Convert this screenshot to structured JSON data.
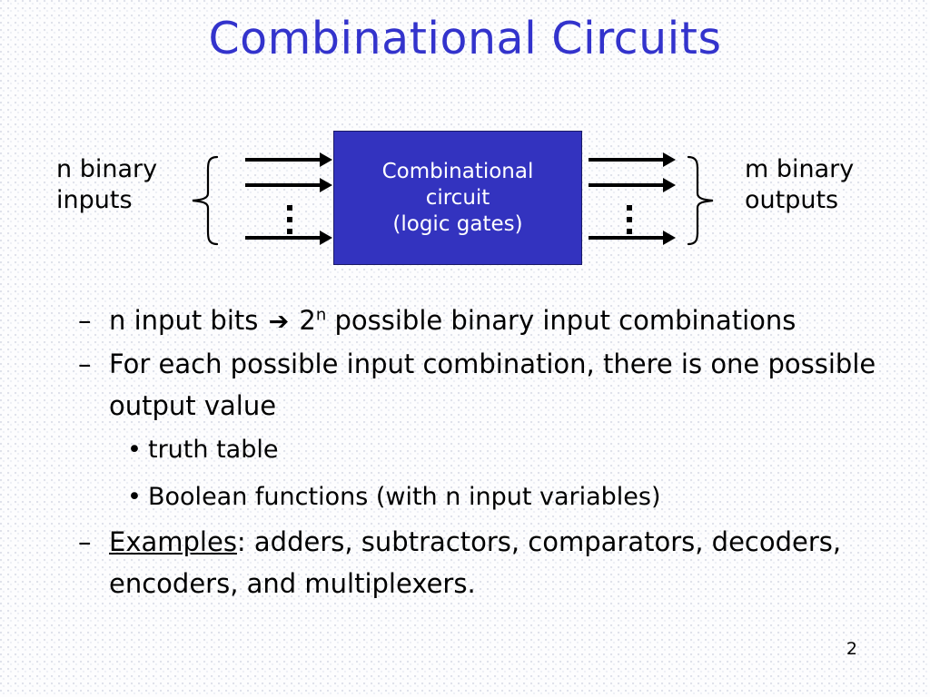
{
  "slide": {
    "title": "Combinational Circuits",
    "page_number": "2",
    "title_color": "#3333CC",
    "box_color": "#3333BF",
    "text_color": "#000000"
  },
  "diagram": {
    "input_label_line1": "n binary",
    "input_label_line2": "inputs",
    "output_label_line1": "m binary",
    "output_label_line2": "outputs",
    "box_line1": "Combinational",
    "box_line2": "circuit",
    "box_line3": "(logic gates)",
    "left_brace": "{",
    "right_brace": "}",
    "vertical_ellipsis": "⋮"
  },
  "bullets": [
    {
      "level": 1,
      "mark": "–",
      "pre": "n input bits ",
      "arrow": "➔",
      "mid": " 2",
      "sup": "n",
      "post": " possible binary input combinations"
    },
    {
      "level": 1,
      "mark": "–",
      "text": "For each possible input combination, there is one possible output value"
    },
    {
      "level": 2,
      "mark": "•",
      "text": "truth table"
    },
    {
      "level": 2,
      "mark": "•",
      "text": "Boolean functions (with n input variables)"
    },
    {
      "level": 1,
      "mark": "–",
      "underlined": "Examples",
      "text": ": adders, subtractors, comparators, decoders, encoders, and multiplexers."
    }
  ]
}
